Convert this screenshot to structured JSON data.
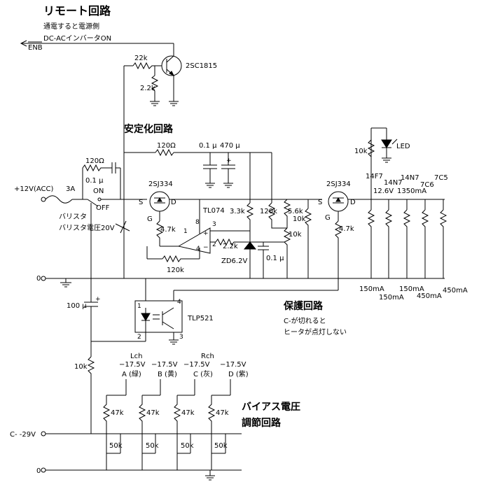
{
  "titles": {
    "remote": "リモート回路",
    "remote_note": "通電すると電源側",
    "stab": "安定化回路",
    "protect": "保護回路",
    "protect_note1": "C-が切れると",
    "protect_note2": "ヒータが点灯しない",
    "bias1": "バイアス電圧",
    "bias2": "調節回路"
  },
  "labels": {
    "dcac": "DC-ACインバータON",
    "enb": "ENB",
    "r22k": "22k",
    "q1": "2SC1815",
    "r2_2k": "2.2k",
    "r120": "120Ω",
    "c01a": "0.1 μ",
    "c470": "470 μ",
    "c01b": "0.1 μ",
    "r120b": "120Ω",
    "in12": "+12V(ACC)",
    "fuse": "3A",
    "on": "ON",
    "off": "OFF",
    "varistor": "バリスタ",
    "varistorv": "バリスタ電圧20V",
    "q2": "2SJ334",
    "q3": "2SJ334",
    "s1": "S",
    "d1": "D",
    "g1": "G",
    "s2": "S",
    "d2": "D",
    "g2": "G",
    "r47a": "4.7k",
    "r47b": "4.7k",
    "tl074": "TL074",
    "p8": "8",
    "p3": "3",
    "p1": "1",
    "p2": "2",
    "p4": "4",
    "r3_3k": "3.3k",
    "r120k": "120k",
    "r5_6k": "5.6k",
    "r10ka": "10k",
    "r10kb": "10k",
    "r2_2kb": "2.2k",
    "zd": "ZD6.2V",
    "c01c": "0.1 μ",
    "r120kb": "120k",
    "gnd0a": "0",
    "gnd0b": "0",
    "c100": "100 μ",
    "tlp": "TLP521",
    "tp1": "1",
    "tp2": "2",
    "tp3": "3",
    "tp4": "4",
    "r10kc": "10k",
    "r10kd": "10k",
    "led": "LED",
    "h14f7": "14F7",
    "h14n7": "14N7",
    "h7c5": "7C5",
    "h7c6": "7C6",
    "v12_6": "12.6V",
    "ma1350": "1350mA",
    "ma150a": "150mA",
    "ma150b": "150mA",
    "ma150c": "150mA",
    "ma450a": "450mA",
    "ma450b": "450mA",
    "lch": "Lch",
    "rch": "Rch",
    "v_a": "−17.5V",
    "v_b": "−17.5V",
    "v_c": "−17.5V",
    "v_d": "−17.5V",
    "ch_a": "A (緑)",
    "ch_b": "B (黄)",
    "ch_c": "C (灰)",
    "ch_d": "D (紫)",
    "r47k1": "47k",
    "r47k2": "47k",
    "r47k3": "47k",
    "r47k4": "47k",
    "p50k1": "50k",
    "p50k2": "50k",
    "p50k3": "50k",
    "p50k4": "50k",
    "cminus": "C- -29V"
  }
}
